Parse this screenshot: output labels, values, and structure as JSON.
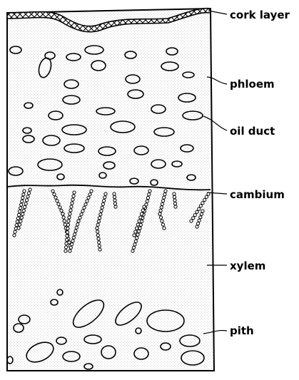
{
  "labels": {
    "cork": "cork layer",
    "phloem": "phloem",
    "oil_duct": "oil duct",
    "cambium": "cambium",
    "xylem": "xylem",
    "pith": "pith"
  },
  "colors": {
    "line": "#000000",
    "cork_fill": "#cccccc",
    "background_speckle": "#dcdcdc"
  }
}
